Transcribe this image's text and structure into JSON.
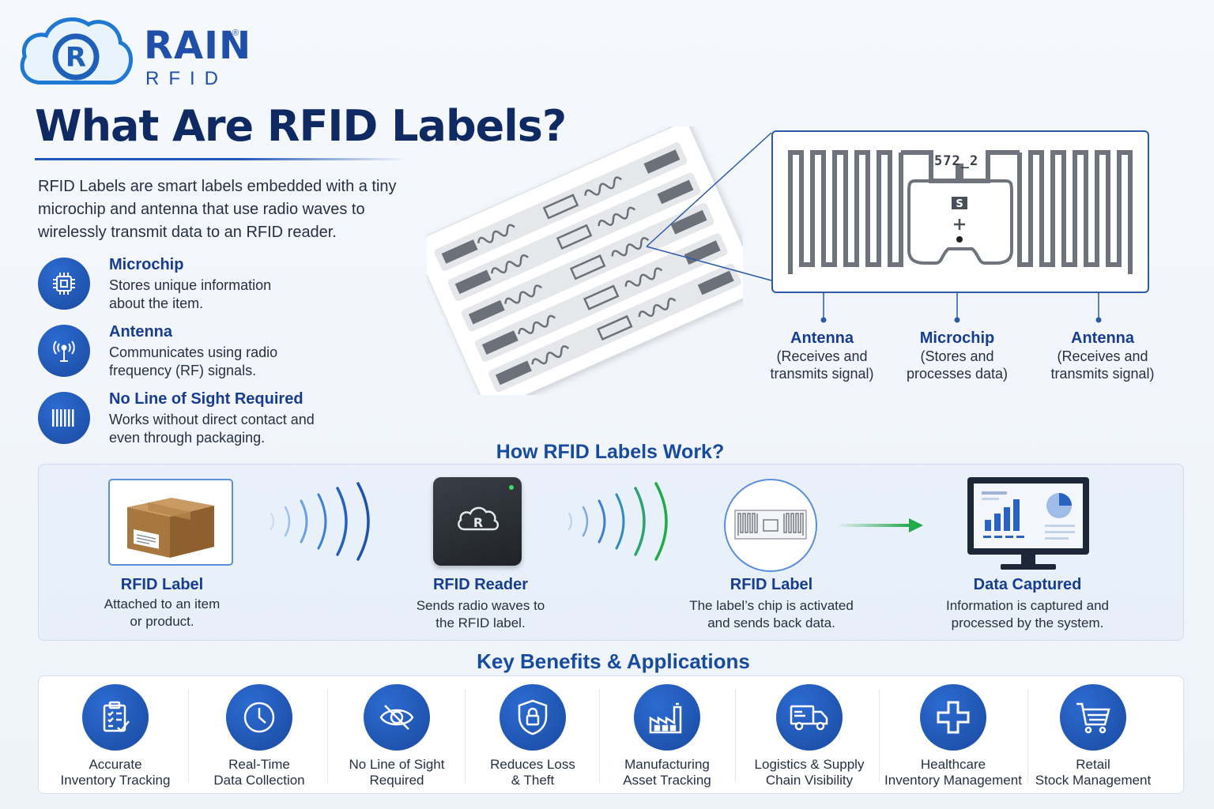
{
  "logo": {
    "name": "RAIN",
    "registered": "®",
    "sub": "RFID"
  },
  "title": "What Are RFID Labels?",
  "intro": "RFID Labels are smart labels embedded with a tiny microchip and antenna that use radio waves to wirelessly transmit data to an RFID reader.",
  "features": [
    {
      "title": "Microchip",
      "desc": "Stores unique information about the item.",
      "icon": "chip-icon"
    },
    {
      "title": "Antenna",
      "desc": "Communicates using radio frequency (RF) signals.",
      "icon": "antenna-icon"
    },
    {
      "title": "No Line of Sight Required",
      "desc": "Works without direct contact and even through packaging.",
      "icon": "barcode-icon"
    }
  ],
  "inlay": {
    "code": "572_2",
    "chip_mark": "S",
    "components": [
      {
        "title": "Antenna",
        "desc": "(Receives and transmits signal)"
      },
      {
        "title": "Microchip",
        "desc": "(Stores and processes data)"
      },
      {
        "title": "Antenna",
        "desc": "(Receives and transmits signal)"
      }
    ]
  },
  "how": {
    "heading": "How RFID Labels Work?",
    "steps": [
      {
        "title": "RFID Label",
        "desc": "Attached to an item or product.",
        "icon": "box-icon"
      },
      {
        "title": "RFID Reader",
        "desc": "Sends radio waves to the RFID label.",
        "icon": "reader-icon"
      },
      {
        "title": "RFID Label",
        "desc": "The label’s chip is activated and sends back data.",
        "icon": "label-icon"
      },
      {
        "title": "Data Captured",
        "desc": "Information is captured and processed by the system.",
        "icon": "monitor-icon"
      }
    ]
  },
  "benefits": {
    "heading": "Key Benefits & Applications",
    "items": [
      {
        "line1": "Accurate",
        "line2": "Inventory Tracking",
        "icon": "clipboard-icon"
      },
      {
        "line1": "Real-Time",
        "line2": "Data Collection",
        "icon": "clock-icon"
      },
      {
        "line1": "No Line of Sight",
        "line2": "Required",
        "icon": "eye-off-icon"
      },
      {
        "line1": "Reduces Loss",
        "line2": "& Theft",
        "icon": "shield-lock-icon"
      },
      {
        "line1": "Manufacturing",
        "line2": "Asset Tracking",
        "icon": "factory-icon"
      },
      {
        "line1": "Logistics & Supply",
        "line2": "Chain Visibility",
        "icon": "truck-icon"
      },
      {
        "line1": "Healthcare",
        "line2": "Inventory Management",
        "icon": "medical-cross-icon"
      },
      {
        "line1": "Retail",
        "line2": "Stock Management",
        "icon": "cart-icon"
      }
    ]
  },
  "colors": {
    "primary": "#1f4fa8",
    "heading": "#0f2a63",
    "accent_green": "#22a94a"
  }
}
